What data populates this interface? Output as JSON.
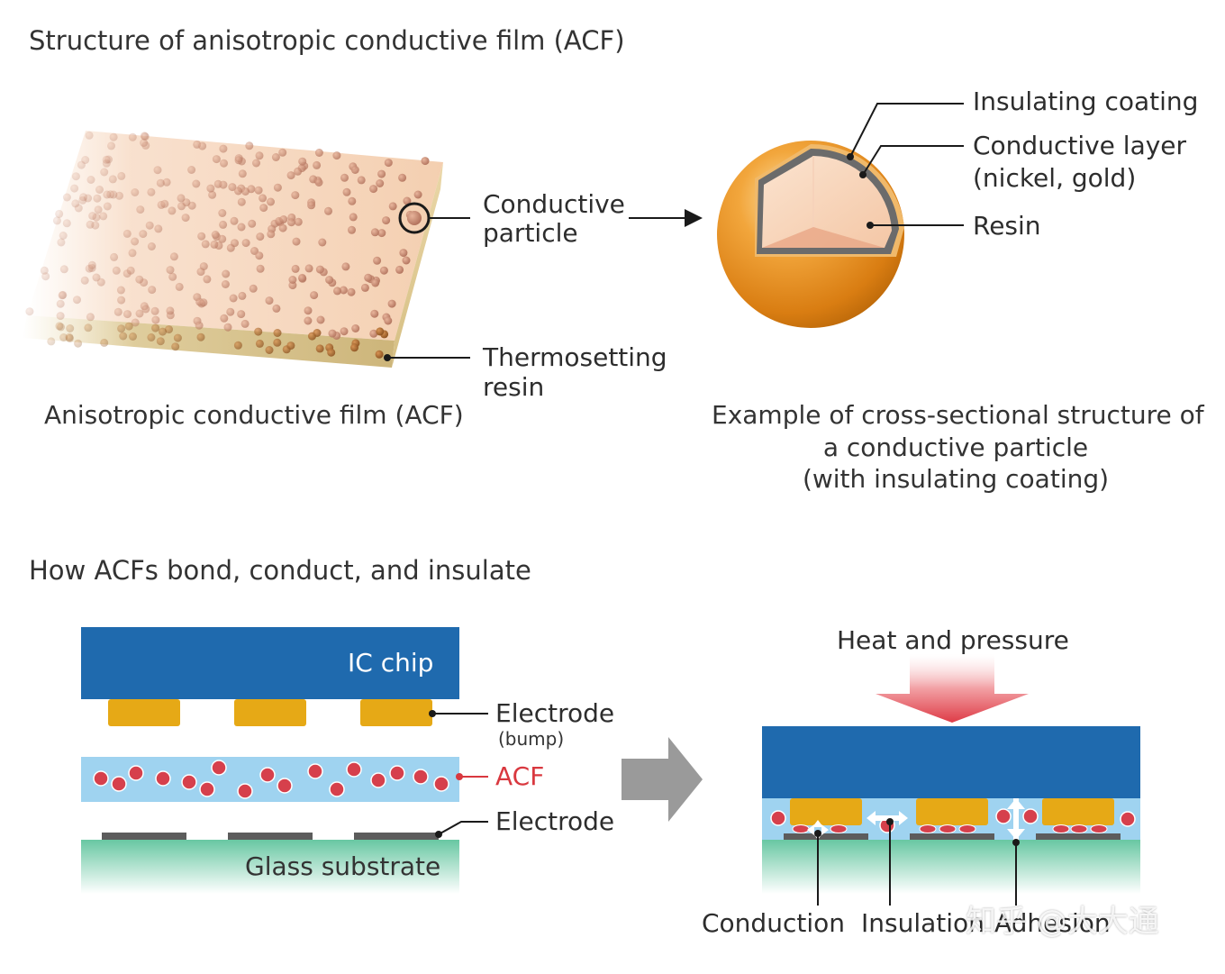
{
  "section1": {
    "title": "Structure of anisotropic conductive film (ACF)",
    "film_caption": "Anisotropic conductive film (ACF)",
    "label_conductive_particle": [
      "Conductive",
      "particle"
    ],
    "label_thermosetting_resin": [
      "Thermosetting",
      "resin"
    ],
    "label_insulating_coating": "Insulating coating",
    "label_conductive_layer": [
      "Conductive layer",
      "(nickel, gold)"
    ],
    "label_resin": "Resin",
    "particle_caption": [
      "Example of cross-sectional structure of",
      "a conductive particle",
      "(with insulating coating)"
    ]
  },
  "section2": {
    "title": "How ACFs bond, conduct, and insulate",
    "ic_chip": "IC chip",
    "electrode_bump": "Electrode",
    "bump_note": "(bump)",
    "acf": "ACF",
    "electrode": "Electrode",
    "glass_substrate": "Glass substrate",
    "heat_pressure": "Heat and pressure",
    "conduction": "Conduction",
    "insulation": "Insulation",
    "adhesion": "Adhesion"
  },
  "watermark": "知乎 @大大通",
  "colors": {
    "chip_blue": "#1f6aae",
    "bump_gold": "#e6a916",
    "acf_light_blue": "#9fd3f0",
    "particle_red": "#d6404c",
    "glass_green": "#6fc9a6",
    "acf_label_red": "#d9383f",
    "arrow_gray": "#9a9a9a",
    "pressure_red": "#e2515a"
  }
}
